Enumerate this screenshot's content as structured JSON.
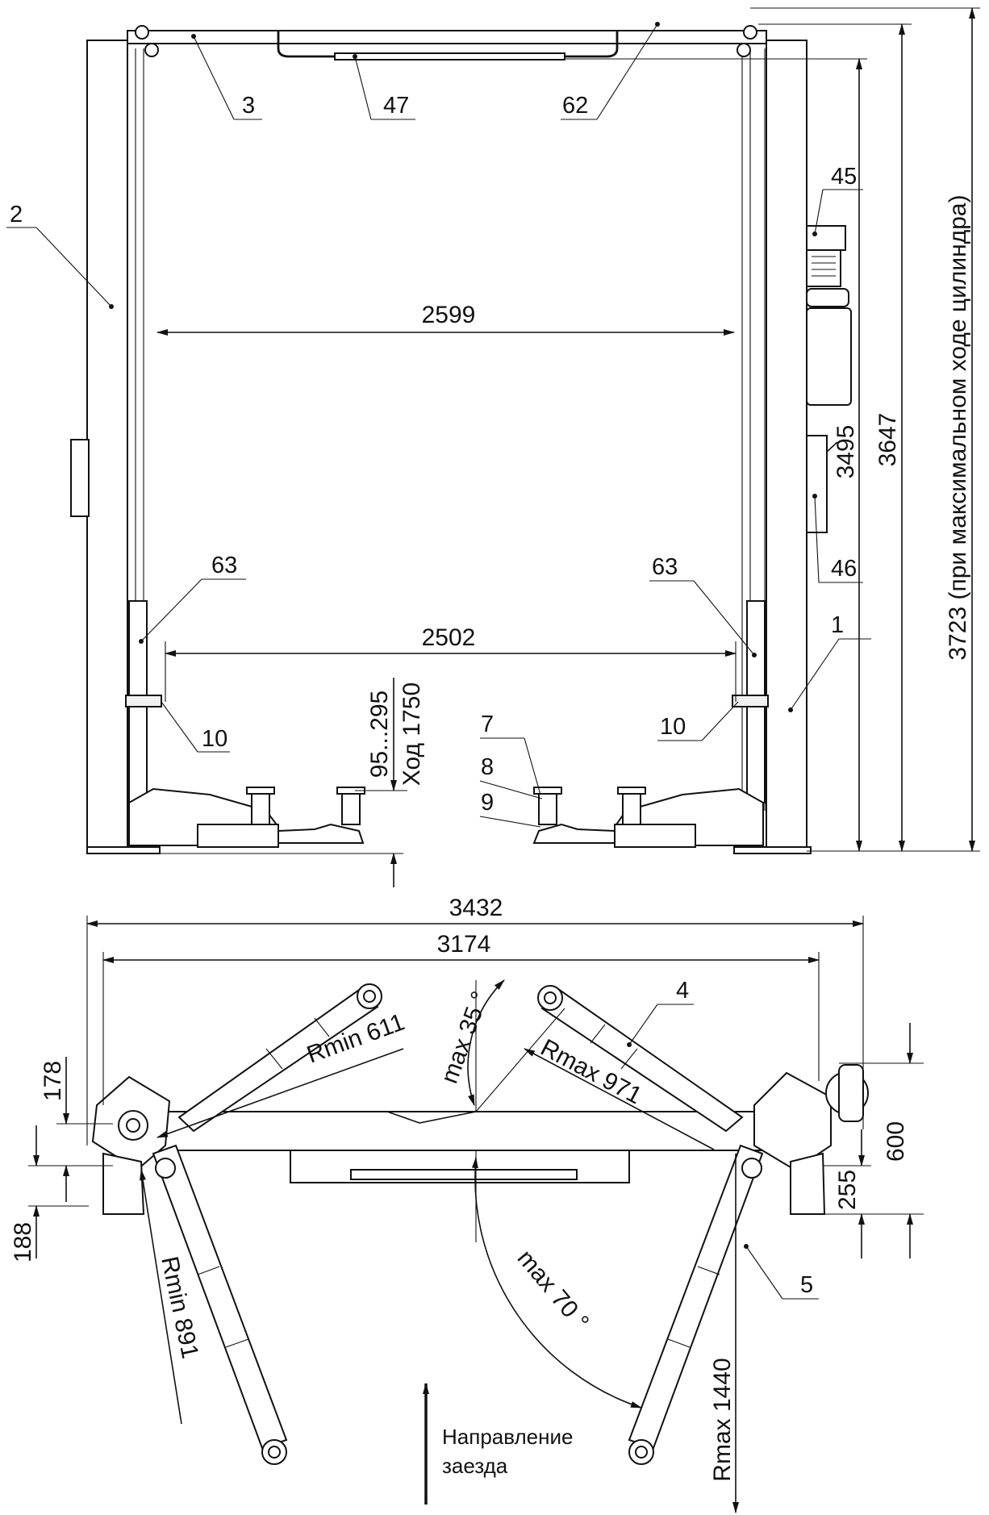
{
  "front_view": {
    "dim_2599": "2599",
    "dim_2502": "2502",
    "dim_3495": "3495",
    "dim_3647": "3647",
    "dim_3723": "3723 (при максимальном ходе цилиндра)",
    "dim_95_295": "95...295",
    "dim_stroke": "Ход 1750",
    "labels": {
      "p1": "1",
      "p2": "2",
      "p3": "3",
      "p7": "7",
      "p8": "8",
      "p9": "9",
      "p10a": "10",
      "p10b": "10",
      "p45": "45",
      "p46": "46",
      "p47": "47",
      "p62": "62",
      "p63a": "63",
      "p63b": "63"
    }
  },
  "top_view": {
    "dim_3432": "3432",
    "dim_3174": "3174",
    "dim_178": "178",
    "dim_188": "188",
    "dim_600": "600",
    "dim_255": "255",
    "rmin_611": "Rmin 611",
    "rmax_971": "Rmax 971",
    "rmin_891": "Rmin 891",
    "rmax_1440": "Rmax 1440",
    "max35": "max 35 °",
    "max70": "max 70 °",
    "labels": {
      "p4": "4",
      "p5": "5"
    },
    "direction_line1": "Направление",
    "direction_line2": "заезда"
  }
}
